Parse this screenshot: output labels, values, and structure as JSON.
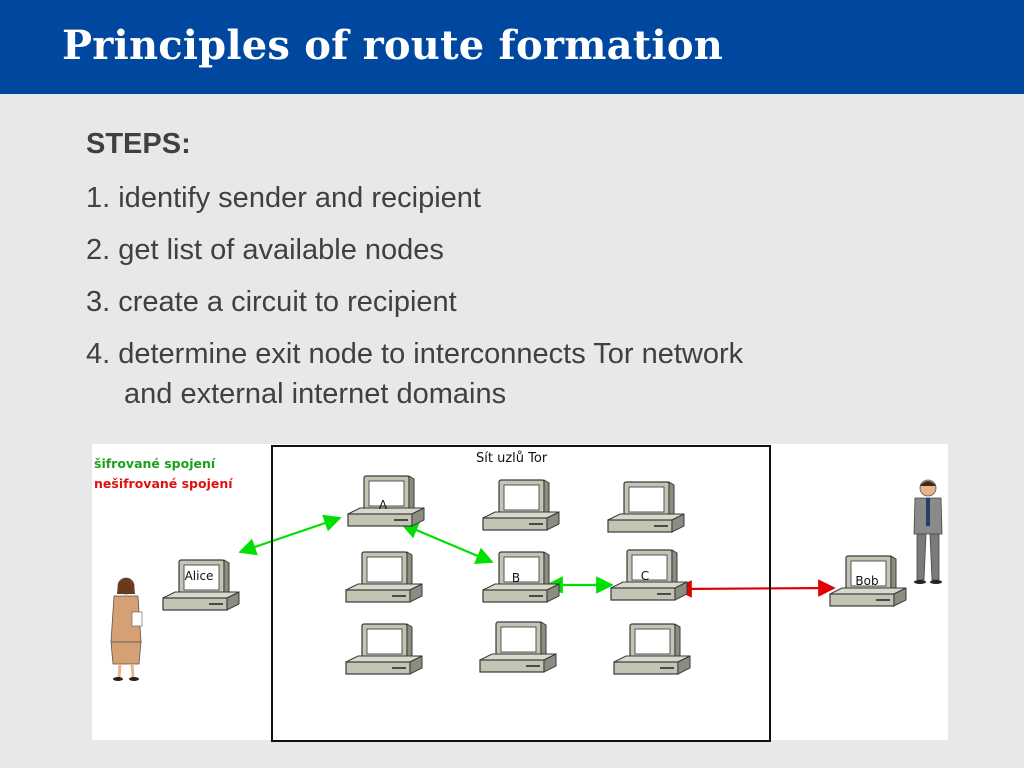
{
  "slide": {
    "title": "Principles of route formation",
    "steps_heading": "STEPS:",
    "steps": [
      {
        "line1": "1. identify sender and recipient"
      },
      {
        "line1": "2. get list of available nodes"
      },
      {
        "line1": "3. create a circuit to recipient"
      },
      {
        "line1": "4. determine exit node to interconnects Tor network",
        "line2": "and external internet domains"
      }
    ]
  },
  "diagram": {
    "legend": {
      "encrypted": "šifrované spojení",
      "unencrypted": "nešifrované spojení"
    },
    "network_label": "Sít uzlů Tor",
    "nodes": {
      "a": "A",
      "b": "B",
      "c": "C",
      "alice": "Alice",
      "bob": "Bob"
    },
    "colors": {
      "encrypted": "#00e000",
      "unencrypted": "#e00000",
      "header": "#0047a0"
    }
  }
}
